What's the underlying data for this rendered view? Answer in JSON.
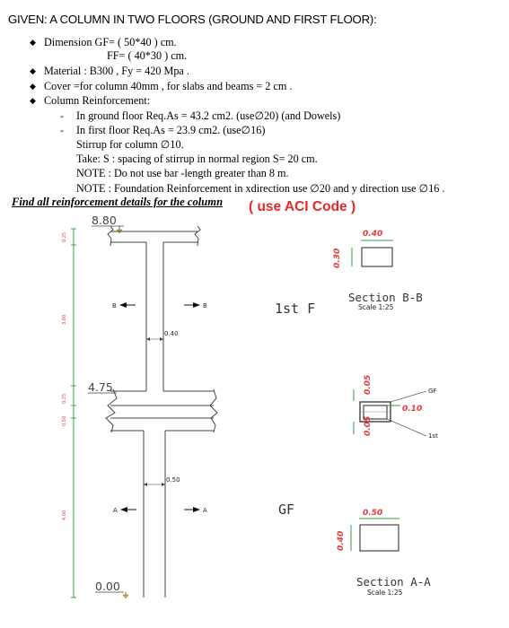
{
  "header": "GIVEN: A COLUMN IN TWO FLOORS (GROUND AND FIRST FLOOR):",
  "lines": {
    "dim1": "Dimension  GF= ( 50*40 ) cm.",
    "dim2": "FF= ( 40*30 ) cm.",
    "material": "Material : B300 , Fy = 420 Mpa .",
    "cover": "Cover =for column 40mm , for slabs and beams = 2 cm .",
    "reinf": "Column Reinforcement:",
    "gf": "In ground floor Req.As = 43.2 cm2. (use∅20) (and Dowels)",
    "ff": "In first floor     Req.As = 23.9 cm2. (use∅16)",
    "stirrup": "Stirrup for column ∅10.",
    "take": "Take: S : spacing of stirrup in normal region  S= 20 cm.",
    "note1": "NOTE : Do not use bar -length greater than  8 m.",
    "note2": "NOTE : Foundation Reinforcement in xdirection use  ∅20 and y direction use ∅16 ."
  },
  "find": "Find all reinforcement details for the column",
  "aci": "( use ACI Code )",
  "drawing": {
    "level_top": "8.80",
    "level_mid": "4.75",
    "level_bot": "0.00",
    "dim_040": "0.40",
    "dim_050": "0.50",
    "cut_b": "B",
    "cut_a": "A",
    "floor_1st": "1st  F",
    "floor_gf": "GF",
    "left_dims": [
      "0.25",
      "3.80",
      "0.50",
      "0.25",
      "4.00"
    ],
    "sec_bb": {
      "title": "Section  B-B",
      "scale": "Scale  1:25",
      "w": "0.40",
      "h": "0.30"
    },
    "detail": {
      "h_top": "0.05",
      "h_bot": "0.05",
      "offset": "0.10",
      "gf_label": "GF",
      "first_label": "1st"
    },
    "sec_aa": {
      "title": "Section  A-A",
      "scale": "Scale  1:25",
      "w": "0.50",
      "h": "0.40"
    }
  },
  "colors": {
    "accent_red": "#e8262b",
    "dim_red": "#e53b3b",
    "dim_green": "#2e9e3e"
  }
}
